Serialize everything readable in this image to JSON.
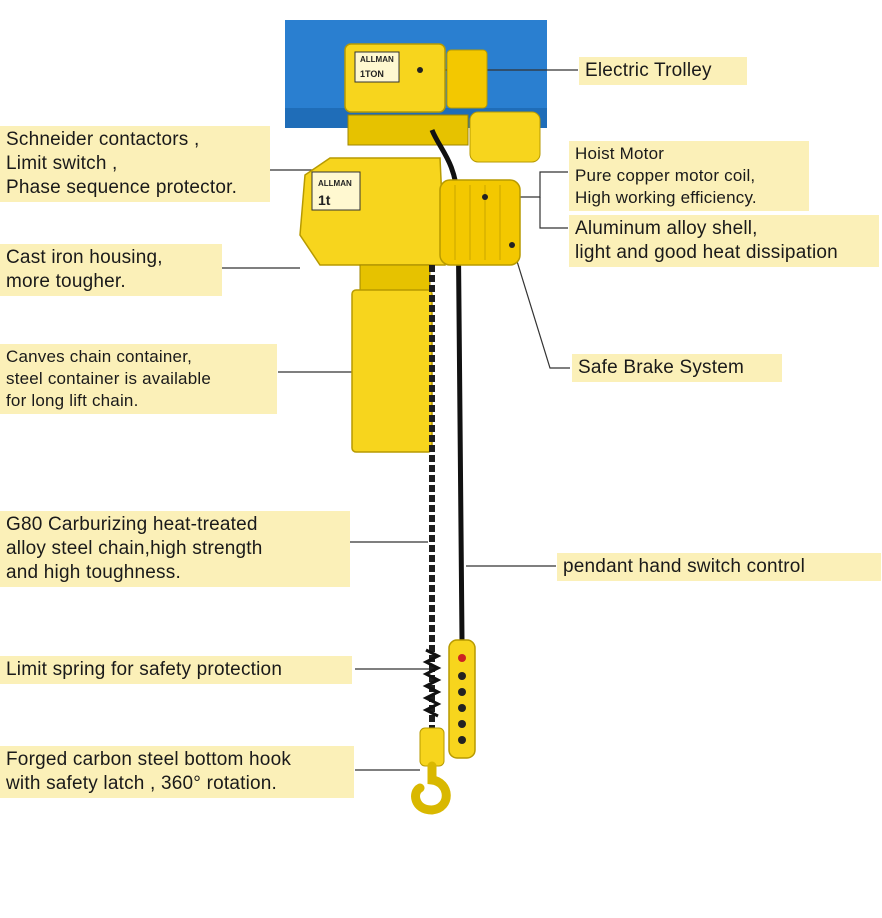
{
  "product": {
    "brand": "ALLMAN",
    "trolley_capacity": "1TON",
    "hoist_capacity": "1t"
  },
  "callouts": {
    "electric_trolley": [
      "Electric Trolley"
    ],
    "schneider": [
      "Schneider contactors ,",
      "Limit switch ,",
      "Phase sequence protector."
    ],
    "hoist_motor": [
      "Hoist Motor",
      "Pure copper motor coil,",
      "High working efficiency."
    ],
    "aluminum_shell": [
      "Aluminum alloy shell,",
      "light and good heat dissipation"
    ],
    "cast_iron": [
      "Cast iron housing,",
      "more tougher."
    ],
    "chain_container": [
      "Canves chain container,",
      "steel container is available",
      "for long lift chain."
    ],
    "safe_brake": [
      "Safe Brake System"
    ],
    "g80_chain": [
      "G80 Carburizing heat-treated",
      "alloy steel chain,high strength",
      "and high toughness."
    ],
    "pendant": [
      "pendant hand switch control"
    ],
    "limit_spring": [
      "Limit spring for safety protection"
    ],
    "bottom_hook": [
      "Forged carbon steel bottom hook",
      "with safety latch , 360° rotation."
    ]
  },
  "colors": {
    "label_bg": "#fbf0b8",
    "hoist_yellow": "#f7d51d",
    "beam_blue": "#2a7fd0",
    "chain": "#1e1e1e"
  }
}
